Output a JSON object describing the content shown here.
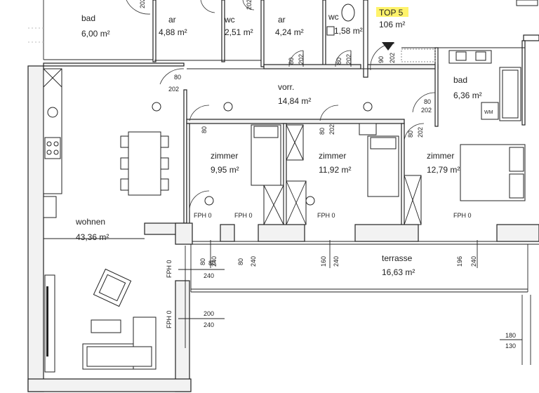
{
  "rooms": {
    "bad_top": {
      "name": "bad",
      "area": "6,00 m²"
    },
    "ar1": {
      "name": "ar",
      "area": "4,88 m²"
    },
    "wc1": {
      "name": "wc",
      "area": "2,51 m²"
    },
    "ar2": {
      "name": "ar",
      "area": "4,24 m²"
    },
    "wc2": {
      "name": "wc",
      "area": "1,58 m²"
    },
    "vorr": {
      "name": "vorr.",
      "area": "14,84 m²"
    },
    "bad": {
      "name": "bad",
      "area": "6,36 m²"
    },
    "zimmer1": {
      "name": "zimmer",
      "area": "9,95 m²"
    },
    "zimmer2": {
      "name": "zimmer",
      "area": "11,92 m²"
    },
    "zimmer3": {
      "name": "zimmer",
      "area": "12,79 m²"
    },
    "wohnen": {
      "name": "wohnen",
      "area": "43,36 m²"
    },
    "terrasse": {
      "name": "terrasse",
      "area": "16,63 m²"
    }
  },
  "unit": {
    "label": "TOP 5",
    "area": "106 m²"
  },
  "door_dims": {
    "d80": "80",
    "d202": "202",
    "d90": "90",
    "d240": "240",
    "d160": "160",
    "d196": "196",
    "d200": "200",
    "d180": "180",
    "d130": "130"
  },
  "fph": "FPH 0",
  "appliance": "WM",
  "colors": {
    "highlight": "#fff36b",
    "line": "#222222"
  }
}
